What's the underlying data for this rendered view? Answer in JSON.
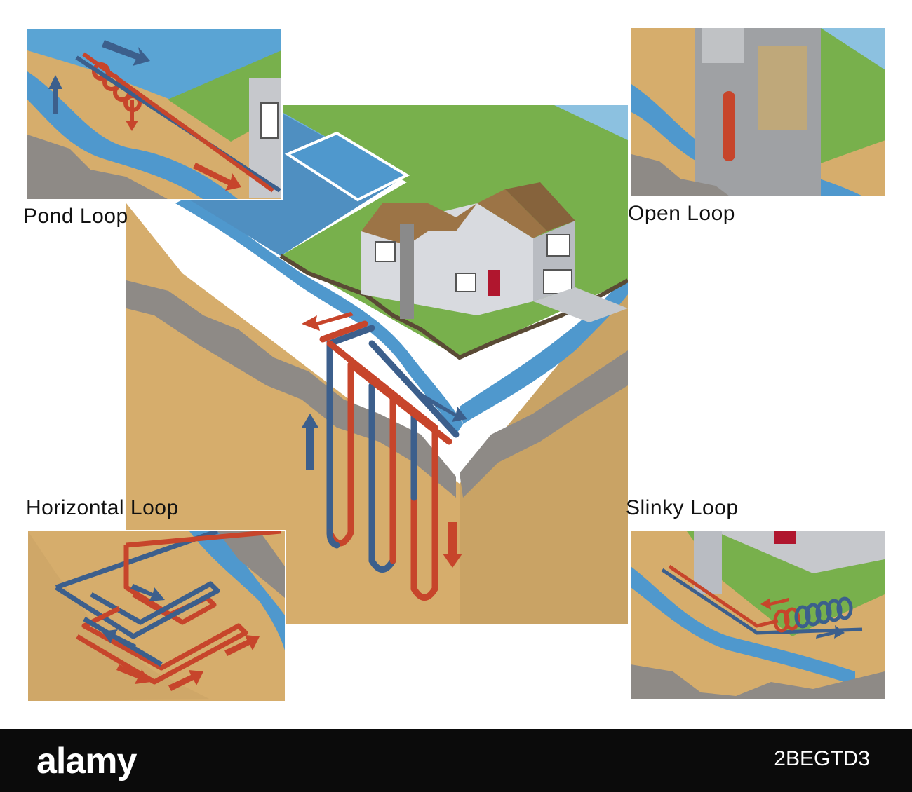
{
  "labels": {
    "pond": "Pond Loop",
    "open": "Open Loop",
    "horizontal": "Horizontal Loop",
    "slinky": "Slinky Loop"
  },
  "watermark": {
    "brand": "alamy",
    "image_id": "2BEGTD3"
  },
  "colors": {
    "soil": "#d9b274",
    "grass": "#7ab44f",
    "water": "#5aa4d4",
    "rock": "#8f8f8f",
    "pipe_warm": "#c7452b",
    "pipe_cool": "#3c5f8c",
    "house_wall": "#d6d8dc",
    "roof": "#9c7446",
    "footer": "#0b0b0b"
  }
}
